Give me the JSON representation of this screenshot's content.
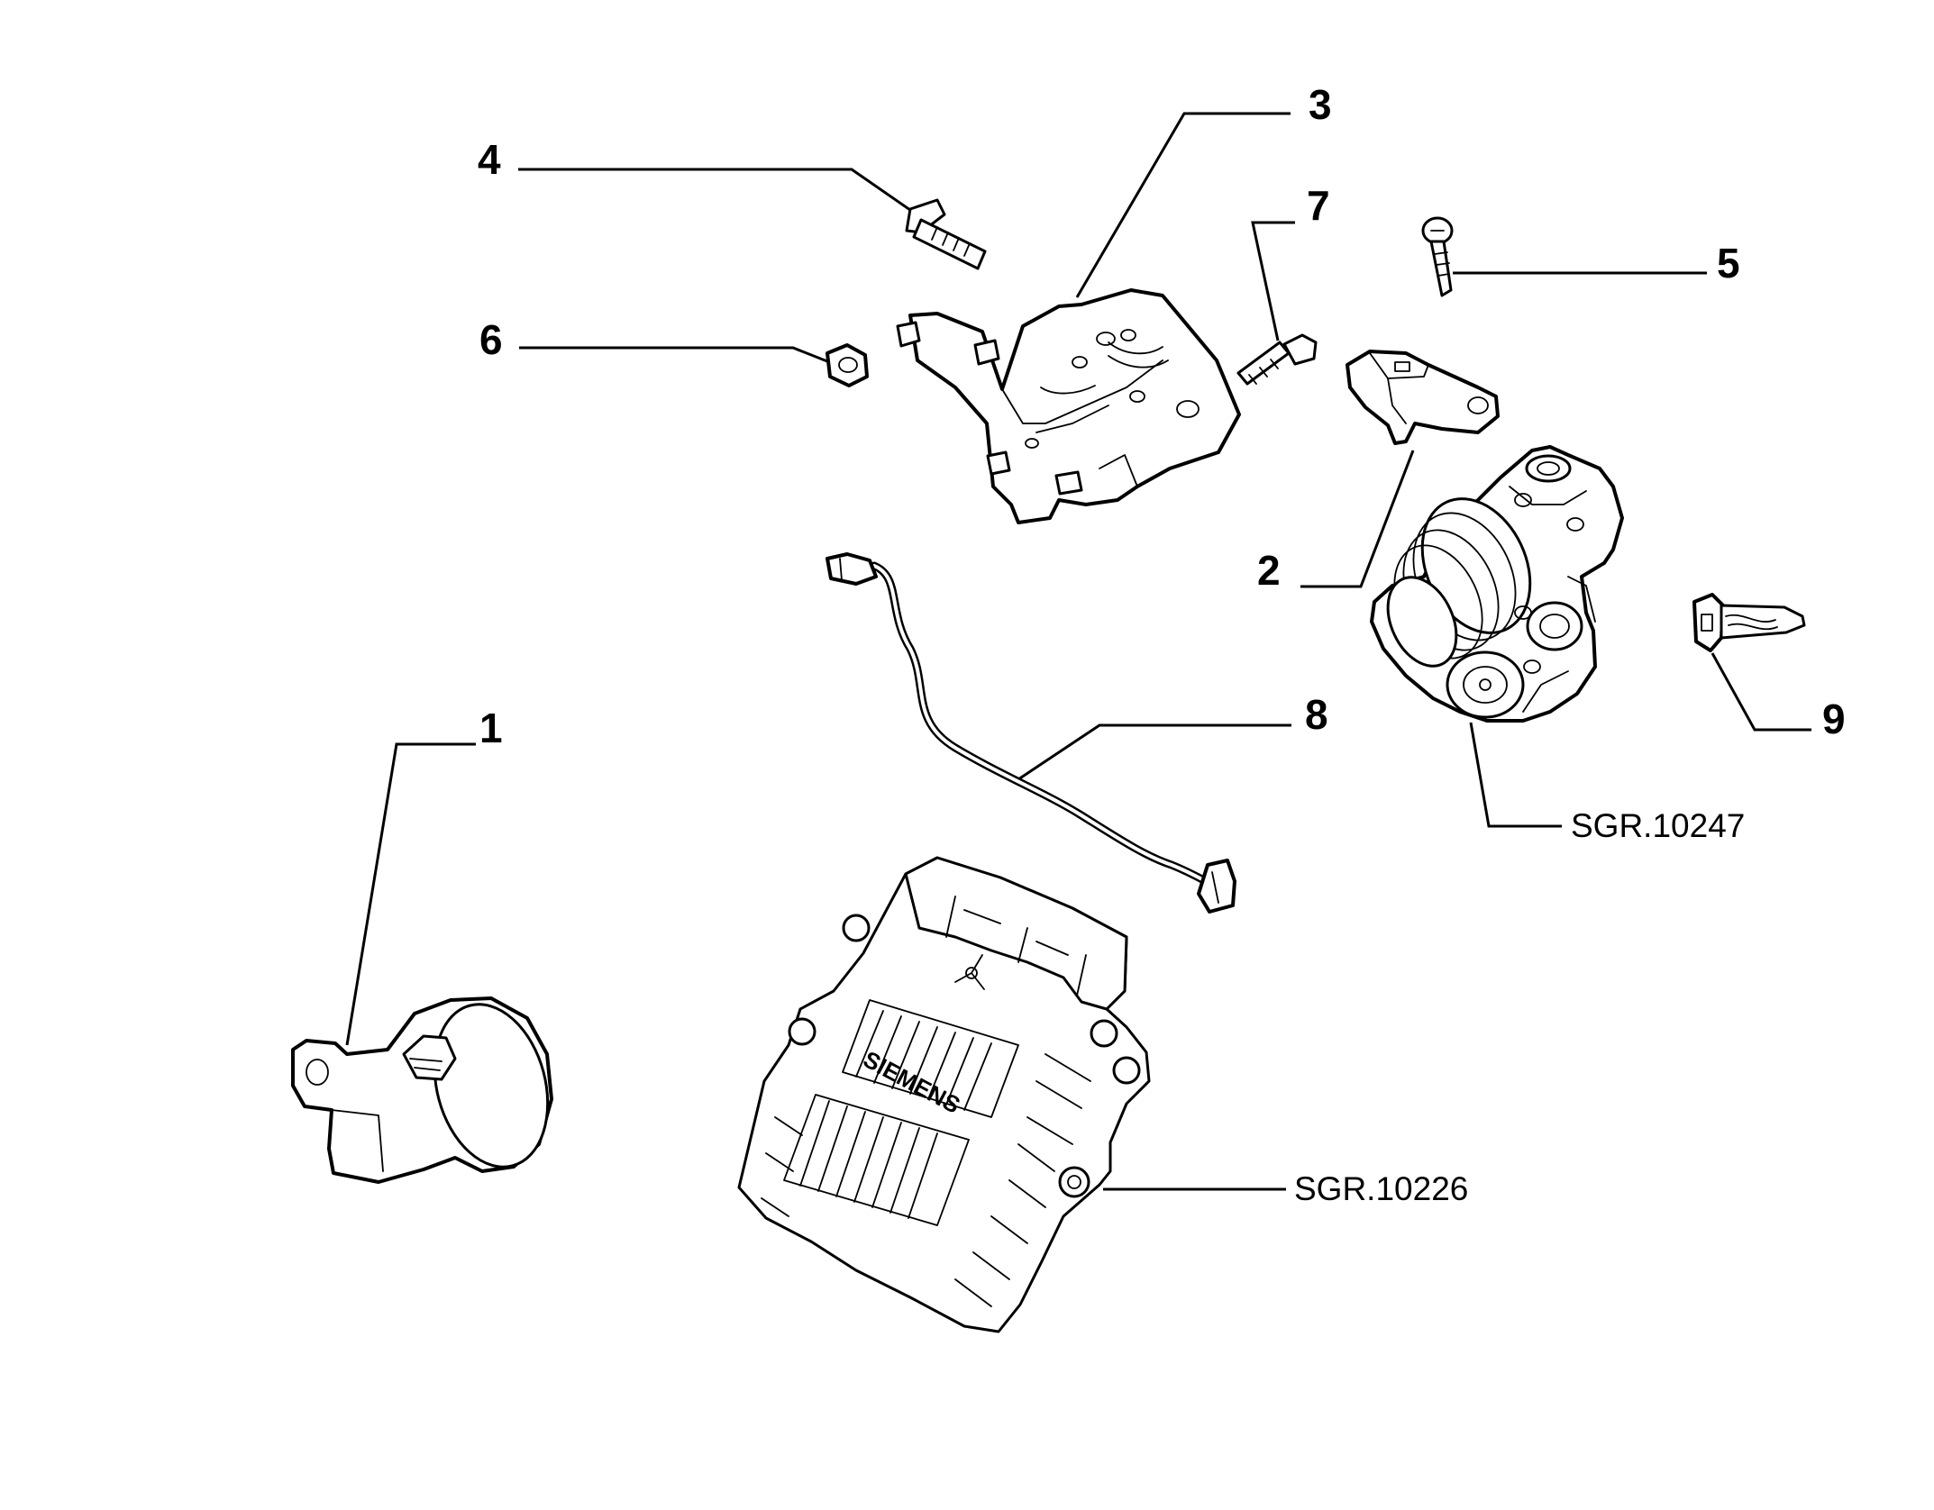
{
  "callouts": {
    "c1": "1",
    "c2": "2",
    "c3": "3",
    "c4": "4",
    "c5": "5",
    "c6": "6",
    "c7": "7",
    "c8": "8",
    "c9": "9"
  },
  "references": {
    "throttle_body": "SGR.10247",
    "ecu": "SGR.10226"
  },
  "ecu_brand": "SIEMENS"
}
